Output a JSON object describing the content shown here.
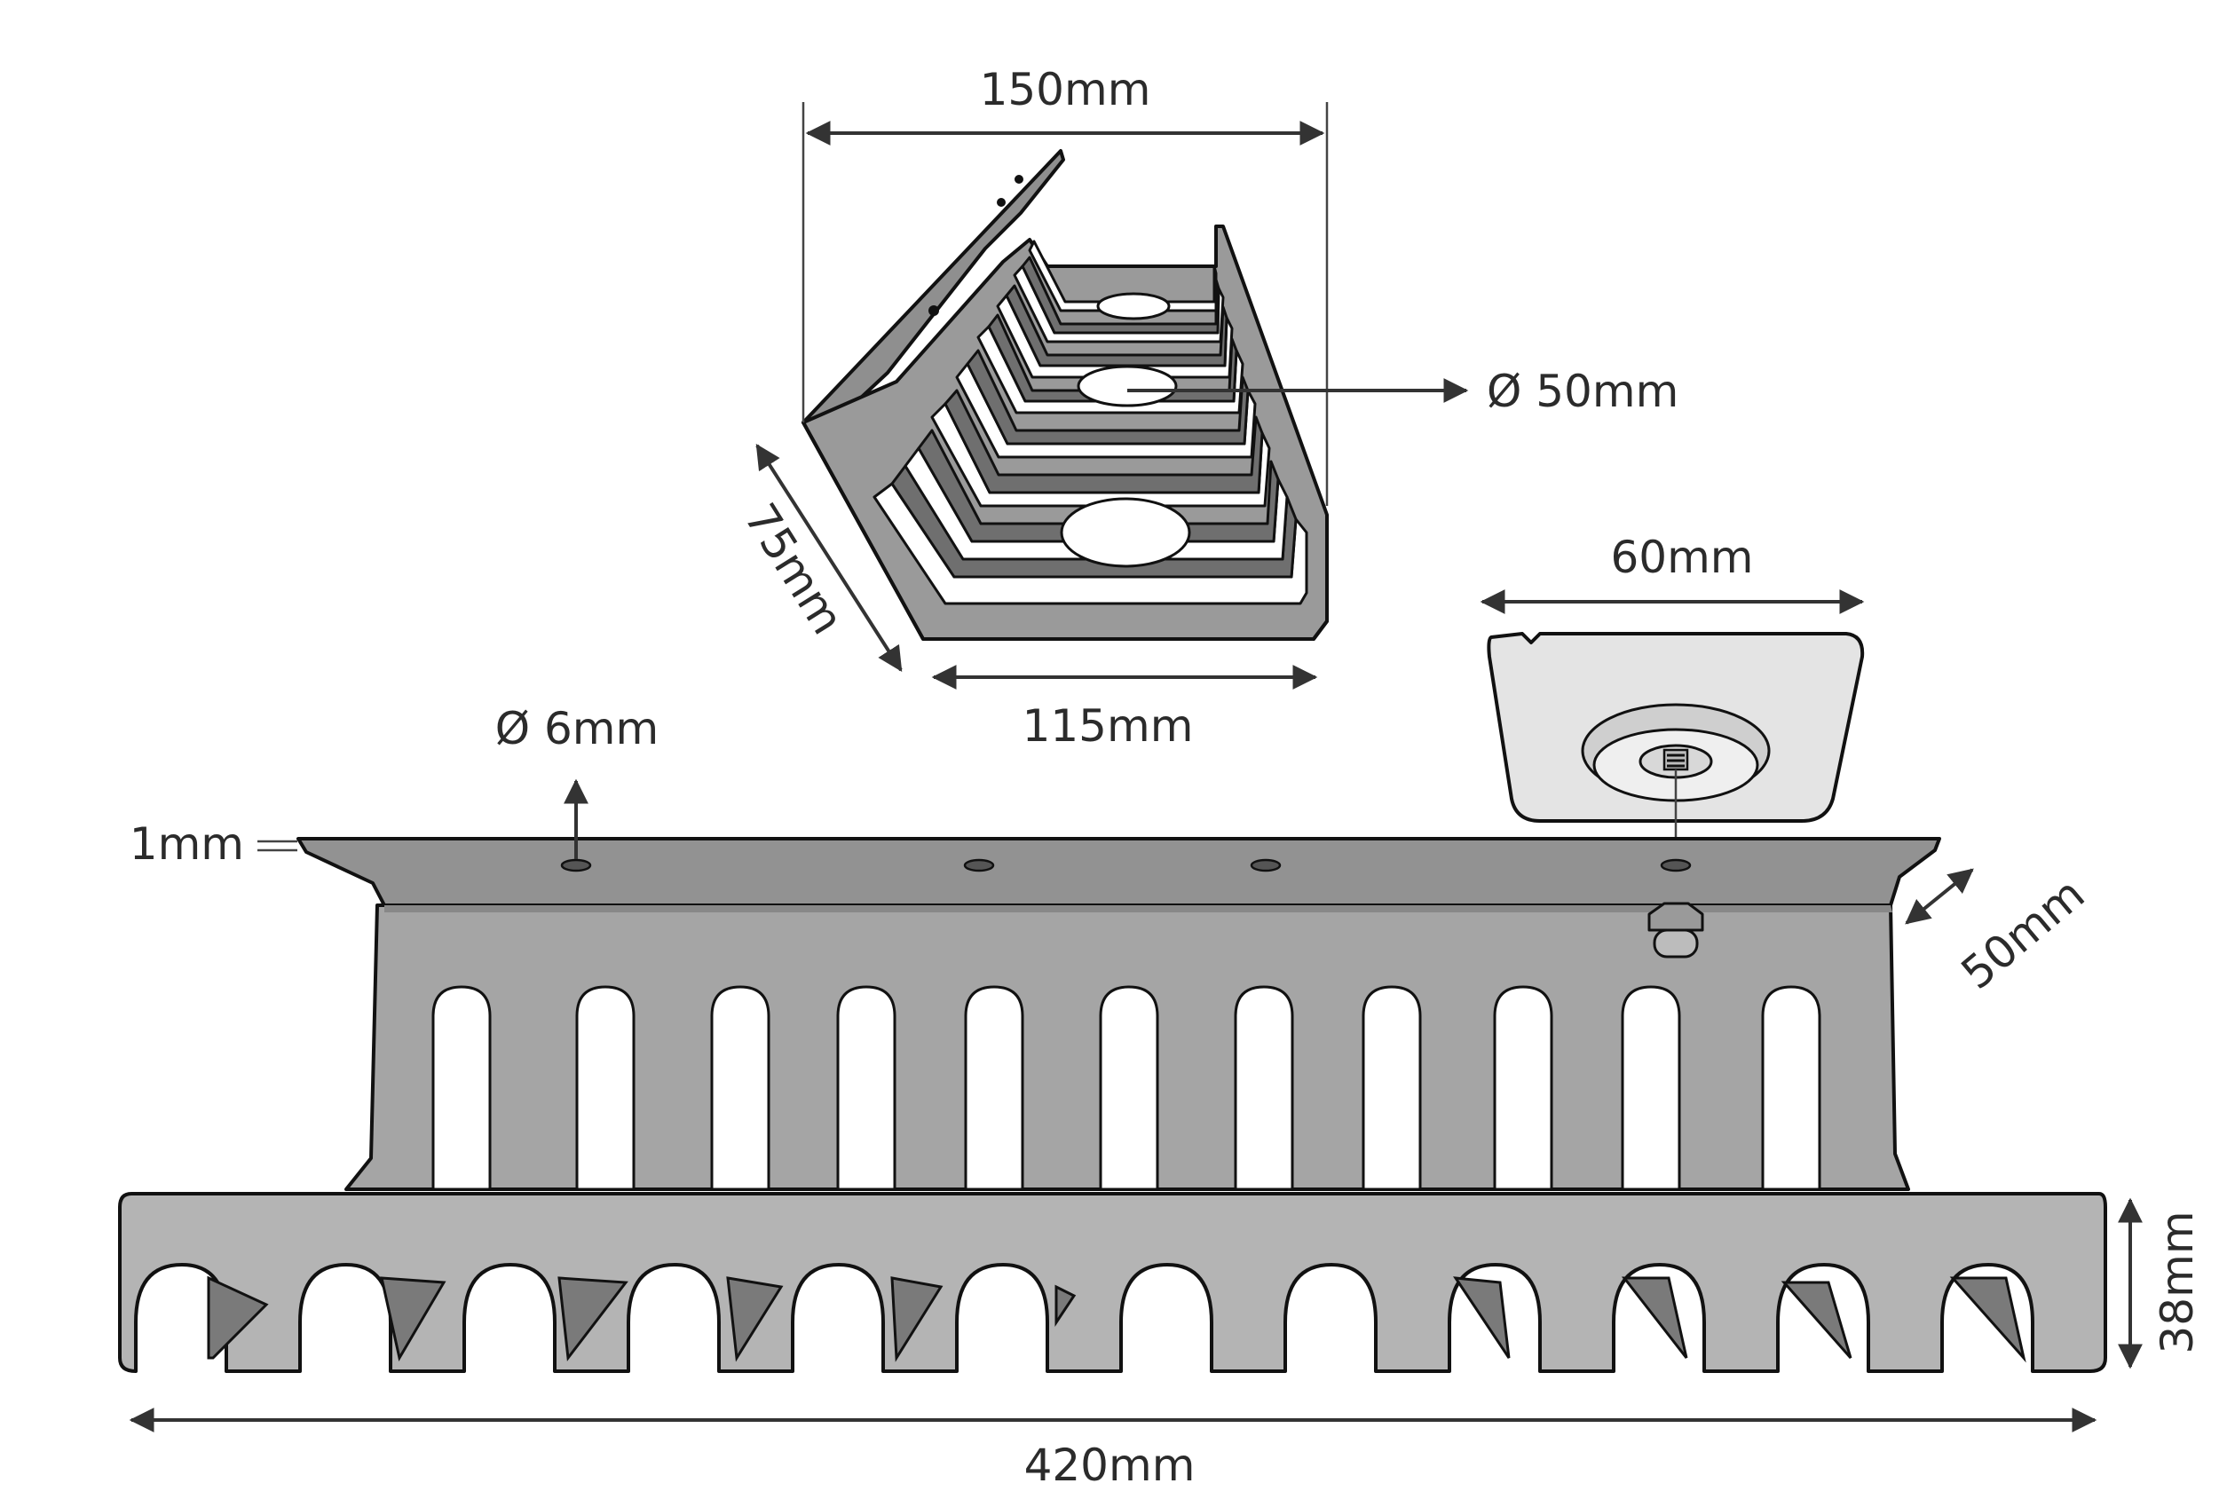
{
  "colors": {
    "background": "#ffffff",
    "metal_light": "#b9b9b9",
    "metal_mid": "#a2a2a2",
    "metal_dark": "#777777",
    "metal_top": "#929292",
    "plate": "#e4e4e4",
    "outline": "#111111",
    "dimension": "#333333"
  },
  "dimensions": {
    "width_top": "150mm",
    "hole_large": "Ø 50mm",
    "depth_side": "75mm",
    "width_bottom": "115mm",
    "plate_width": "60mm",
    "hole_small": "Ø 6mm",
    "thickness": "1mm",
    "flange_depth": "50mm",
    "height": "38mm",
    "length": "420mm"
  }
}
